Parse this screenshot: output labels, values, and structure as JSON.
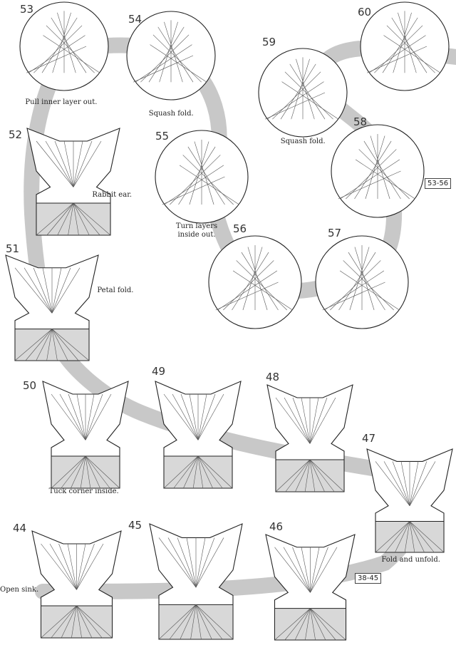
{
  "steps": [
    {
      "n": "53",
      "caption": "Pull inner layer out."
    },
    {
      "n": "54",
      "caption": "Squash fold."
    },
    {
      "n": "59",
      "caption": "Squash fold."
    },
    {
      "n": "60",
      "caption": ""
    },
    {
      "n": "52",
      "caption": "Rabbit ear."
    },
    {
      "n": "55",
      "caption": "Turn layers inside out."
    },
    {
      "n": "58",
      "caption": ""
    },
    {
      "n": "51",
      "caption": "Petal fold."
    },
    {
      "n": "56",
      "caption": ""
    },
    {
      "n": "57",
      "caption": ""
    },
    {
      "n": "50",
      "caption": "Tuck corner inside."
    },
    {
      "n": "49",
      "caption": ""
    },
    {
      "n": "48",
      "caption": ""
    },
    {
      "n": "47",
      "caption": "Fold and unfold."
    },
    {
      "n": "44",
      "caption": "Open sink."
    },
    {
      "n": "45",
      "caption": ""
    },
    {
      "n": "46",
      "caption": ""
    }
  ],
  "refs": {
    "r1": "53-56",
    "r2": "38-45"
  },
  "colors": {
    "path": "#c8c8c8",
    "shade": "#d8d8d8",
    "line": "#555555"
  }
}
